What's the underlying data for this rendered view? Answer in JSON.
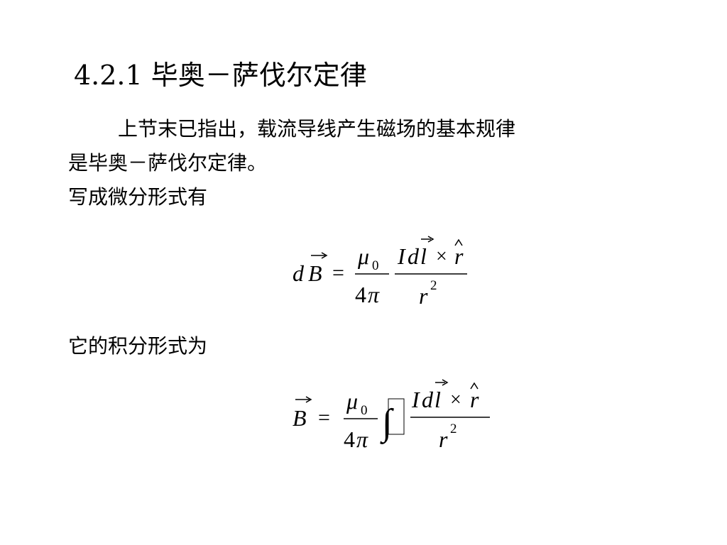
{
  "title": "4.2.1 毕奥－萨伐尔定律",
  "paragraphs": {
    "line1": "上节末已指出，载流导线产生磁场的基本规律",
    "line2": "是毕奥－萨伐尔定律。",
    "line3": "写成微分形式有",
    "line4": "它的积分形式为"
  },
  "formula_differential": {
    "d": "d",
    "B": "B",
    "equals": "=",
    "mu": "μ",
    "mu_sub": "0",
    "four": "4",
    "pi": "π",
    "I": "I",
    "dl_d": "d",
    "l": "l",
    "times": "×",
    "r_hat": "r",
    "r_den": "r",
    "r_exp": "2"
  },
  "formula_integral": {
    "B": "B",
    "equals": "=",
    "mu": "μ",
    "mu_sub": "0",
    "four": "4",
    "pi": "π",
    "integral": "∫",
    "I": "I",
    "dl_d": "d",
    "l": "l",
    "times": "×",
    "r_hat": "r",
    "r_den": "r",
    "r_exp": "2"
  }
}
